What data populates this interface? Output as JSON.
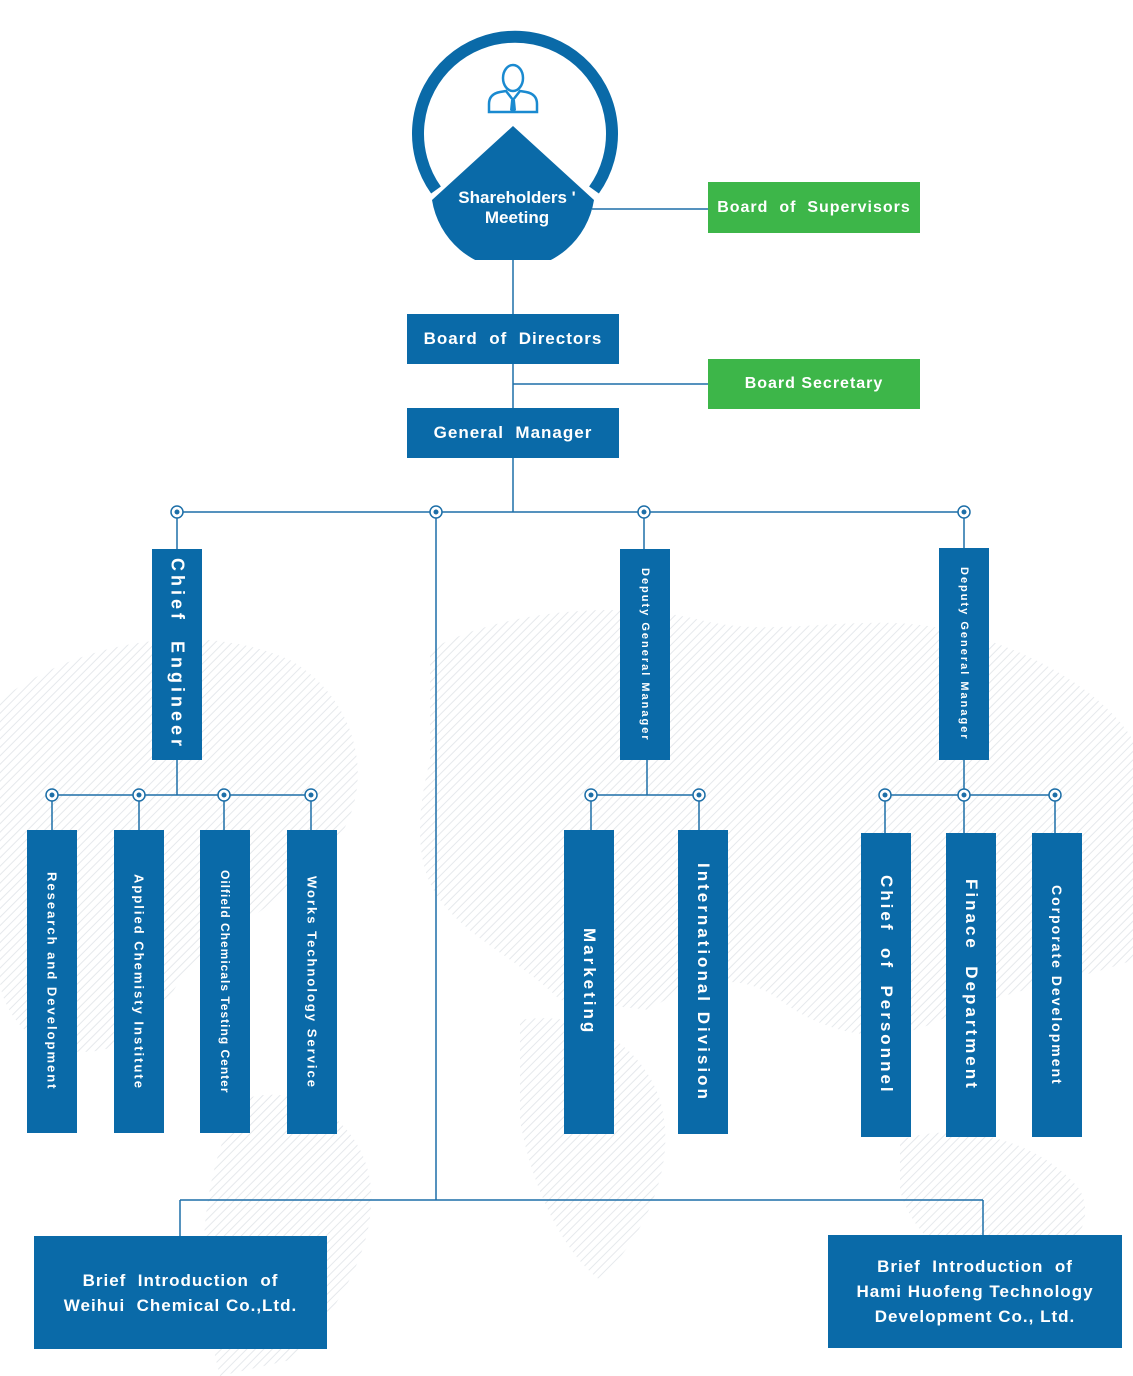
{
  "colors": {
    "primary": "#0a6aa8",
    "secondary": "#3db649",
    "line": "#1d6fa8",
    "background": "#ffffff"
  },
  "top": {
    "icon": "person-tie-icon",
    "title_line1": "Shareholders '",
    "title_line2": "Meeting"
  },
  "side_boxes": {
    "supervisors": "Board  of  Supervisors",
    "secretary": "Board Secretary"
  },
  "main_chain": {
    "directors": "Board  of  Directors",
    "general_manager": "General  Manager"
  },
  "level2": {
    "chief_engineer": "Chief  Engineer",
    "deputy_gm_1": "Deputy General Manager",
    "deputy_gm_2": "Deputy General Manager"
  },
  "departments": {
    "research": "Research and Development",
    "applied_chem": "Applied Chemisty Institute",
    "oilfield": "Oilfield Chemicals Testing Center",
    "works_tech": "Works Technology Service",
    "marketing": "Marketing",
    "international": "International Division",
    "personnel": "Chief  of  Personnel",
    "finance": "Finace  Department",
    "corporate": "Corporate Development"
  },
  "subsidiaries": {
    "weihui_line1": "Brief  Introduction  of",
    "weihui_line2": "Weihui  Chemical Co.,Ltd.",
    "hami_line1": "Brief  Introduction  of",
    "hami_line2": "Hami Huofeng Technology",
    "hami_line3": "Development Co., Ltd."
  }
}
